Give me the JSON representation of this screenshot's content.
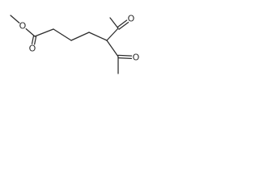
{
  "molecule": {
    "atoms": [
      {
        "id": "c_ome",
        "element": "C",
        "label": ""
      },
      {
        "id": "o_ester",
        "element": "O",
        "label": "O"
      },
      {
        "id": "c_carbonyl1",
        "element": "C",
        "label": ""
      },
      {
        "id": "o_carbonyl1",
        "element": "O",
        "label": "O"
      },
      {
        "id": "c_alpha",
        "element": "C",
        "label": ""
      },
      {
        "id": "c_beta",
        "element": "C",
        "label": ""
      },
      {
        "id": "c_gamma",
        "element": "C",
        "label": ""
      },
      {
        "id": "c_ch",
        "element": "C",
        "label": ""
      },
      {
        "id": "c_acyl_top",
        "element": "C",
        "label": ""
      },
      {
        "id": "o_top",
        "element": "O",
        "label": "O"
      },
      {
        "id": "c_me_top",
        "element": "C",
        "label": ""
      },
      {
        "id": "c_acyl_bot",
        "element": "C",
        "label": ""
      },
      {
        "id": "o_bot",
        "element": "O",
        "label": "O"
      },
      {
        "id": "c_me_bot",
        "element": "C",
        "label": ""
      }
    ],
    "bonds": [
      {
        "from": "c_ome",
        "to": "o_ester",
        "order": 1
      },
      {
        "from": "o_ester",
        "to": "c_carbonyl1",
        "order": 1
      },
      {
        "from": "c_carbonyl1",
        "to": "o_carbonyl1",
        "order": 2
      },
      {
        "from": "c_carbonyl1",
        "to": "c_alpha",
        "order": 1
      },
      {
        "from": "c_alpha",
        "to": "c_beta",
        "order": 1
      },
      {
        "from": "c_beta",
        "to": "c_gamma",
        "order": 1
      },
      {
        "from": "c_gamma",
        "to": "c_ch",
        "order": 1
      },
      {
        "from": "c_ch",
        "to": "c_acyl_top",
        "order": 1
      },
      {
        "from": "c_acyl_top",
        "to": "o_top",
        "order": 2
      },
      {
        "from": "c_acyl_top",
        "to": "c_me_top",
        "order": 1
      },
      {
        "from": "c_ch",
        "to": "c_acyl_bot",
        "order": 1
      },
      {
        "from": "c_acyl_bot",
        "to": "o_bot",
        "order": 2
      },
      {
        "from": "c_acyl_bot",
        "to": "c_me_bot",
        "order": 1
      }
    ]
  }
}
